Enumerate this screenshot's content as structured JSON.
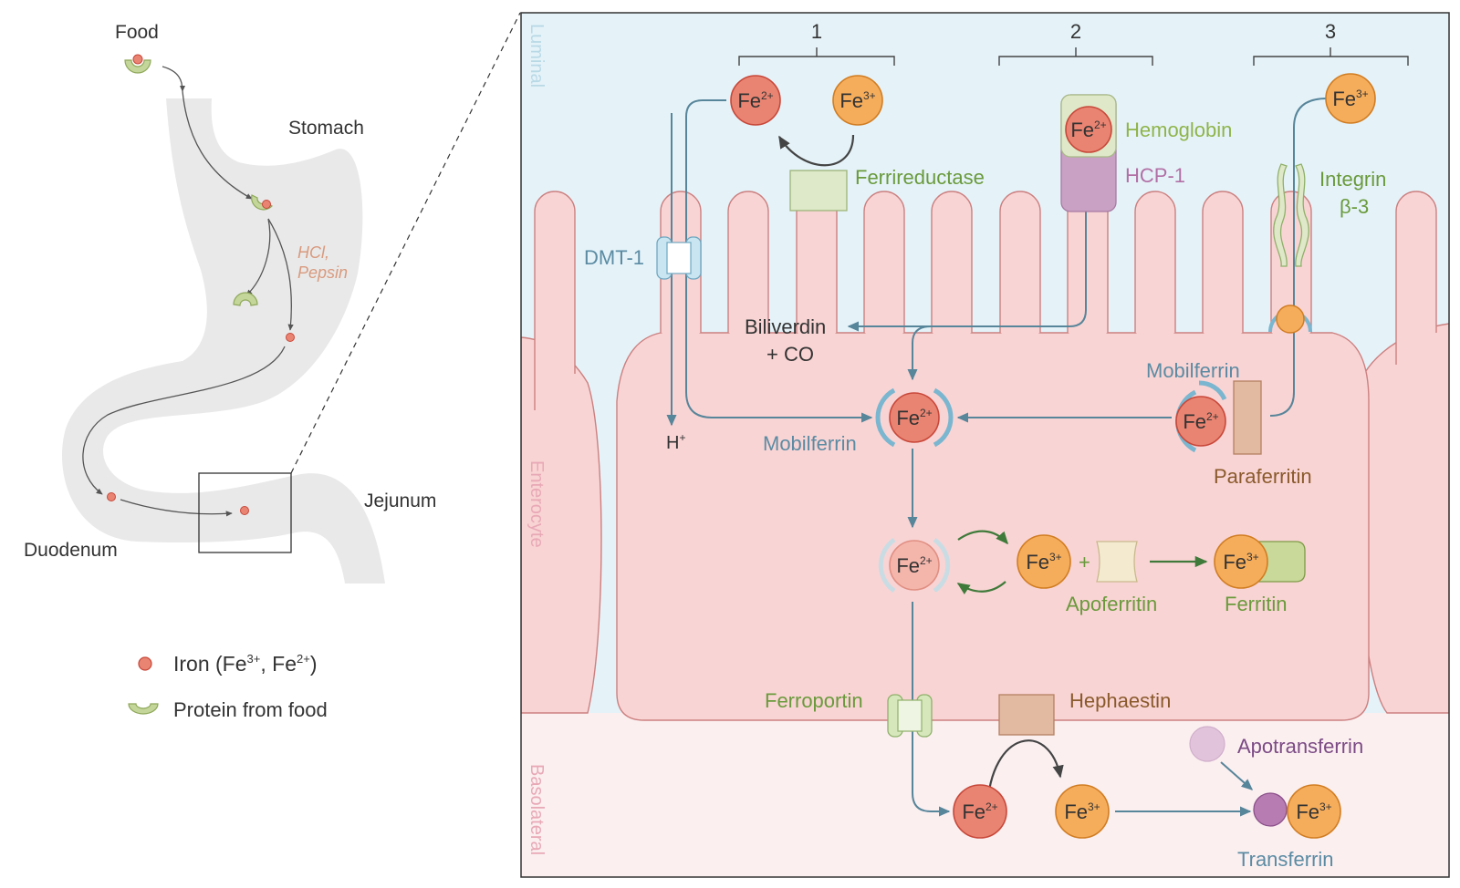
{
  "overview": {
    "food": "Food",
    "stomach": "Stomach",
    "hcl": "HCl,",
    "pepsin": "Pepsin",
    "duodenum": "Duodenum",
    "jejunum": "Jejunum"
  },
  "legend": {
    "iron_prefix": "Iron (Fe",
    "iron_sup1": "3+",
    "iron_mid": ", Fe",
    "iron_sup2": "2+",
    "iron_suffix": ")",
    "protein": "Protein from food"
  },
  "zones": {
    "luminal": "Luminal",
    "enterocyte": "Enterocyte",
    "basolateral": "Basolateral"
  },
  "pathways": [
    "1",
    "2",
    "3"
  ],
  "ions": {
    "fe": "Fe",
    "plus2": "2+",
    "plus3": "3+",
    "h": "H",
    "h_plus": "+"
  },
  "labels": {
    "ferrireductase": "Ferrireductase",
    "hemoglobin": "Hemoglobin",
    "hcp1": "HCP-1",
    "integrin": "Integrin",
    "beta3": "β-3",
    "dmt1": "DMT-1",
    "biliverdin": "Biliverdin",
    "co": "+ CO",
    "mobilferrin_center": "Mobilferrin",
    "mobilferrin_right": "Mobilferrin",
    "paraferritin": "Paraferritin",
    "plus": "+",
    "apoferritin": "Apoferritin",
    "ferritin": "Ferritin",
    "ferroportin": "Ferroportin",
    "hephaestin": "Hephaestin",
    "apotransferrin": "Apotransferrin",
    "transferrin": "Transferrin"
  },
  "colors": {
    "fe2_fill": "#e98472",
    "fe2_stroke": "#c8483a",
    "fe3_fill": "#f5ad5c",
    "fe3_stroke": "#d17d22",
    "cell_fill": "#f9d4d4",
    "cell_stroke": "#cc8080",
    "lumen": "#e5f3f9",
    "basolateral": "#fbeff0",
    "arrow_blue": "#57859a",
    "arrow_green": "#3f7a3a",
    "green_text": "#6a9a3c",
    "blue_text": "#4e7e96",
    "brown_text": "#8a5a2c",
    "purple_text": "#7c4b85",
    "pink_text": "#e8a9b6"
  }
}
